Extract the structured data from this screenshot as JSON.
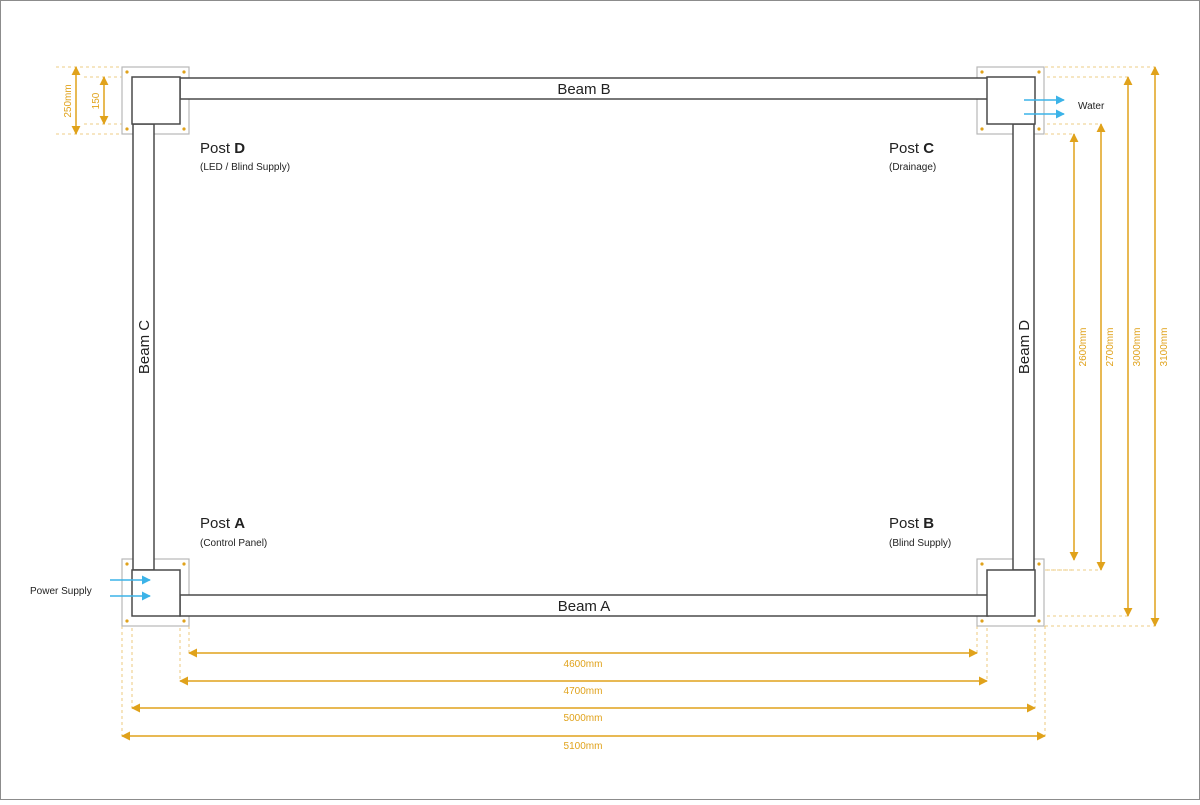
{
  "colors": {
    "structure": "#4a4a4a",
    "baseplate": "#b8b8b8",
    "dimension": "#e0a21b",
    "arrow": "#3bb3e8",
    "text": "#222222"
  },
  "beams": {
    "a": "Beam A",
    "b": "Beam B",
    "c": "Beam C",
    "d": "Beam D"
  },
  "posts": {
    "a": {
      "letter": "A",
      "prefix": "Post ",
      "note": "(Control Panel)"
    },
    "b": {
      "letter": "B",
      "prefix": "Post ",
      "note": "(Blind Supply)"
    },
    "c": {
      "letter": "C",
      "prefix": "Post ",
      "note": "(Drainage)"
    },
    "d": {
      "letter": "D",
      "prefix": "Post ",
      "note": "(LED / Blind Supply)"
    }
  },
  "supplies": {
    "power": "Power Supply",
    "water": "Water"
  },
  "dimensions": {
    "horizontal": [
      "4600mm",
      "4700mm",
      "5000mm",
      "5100mm"
    ],
    "vertical": [
      "2600mm",
      "2700mm",
      "3000mm",
      "3100mm"
    ],
    "post_plate": "250mm",
    "post_size": "150"
  }
}
